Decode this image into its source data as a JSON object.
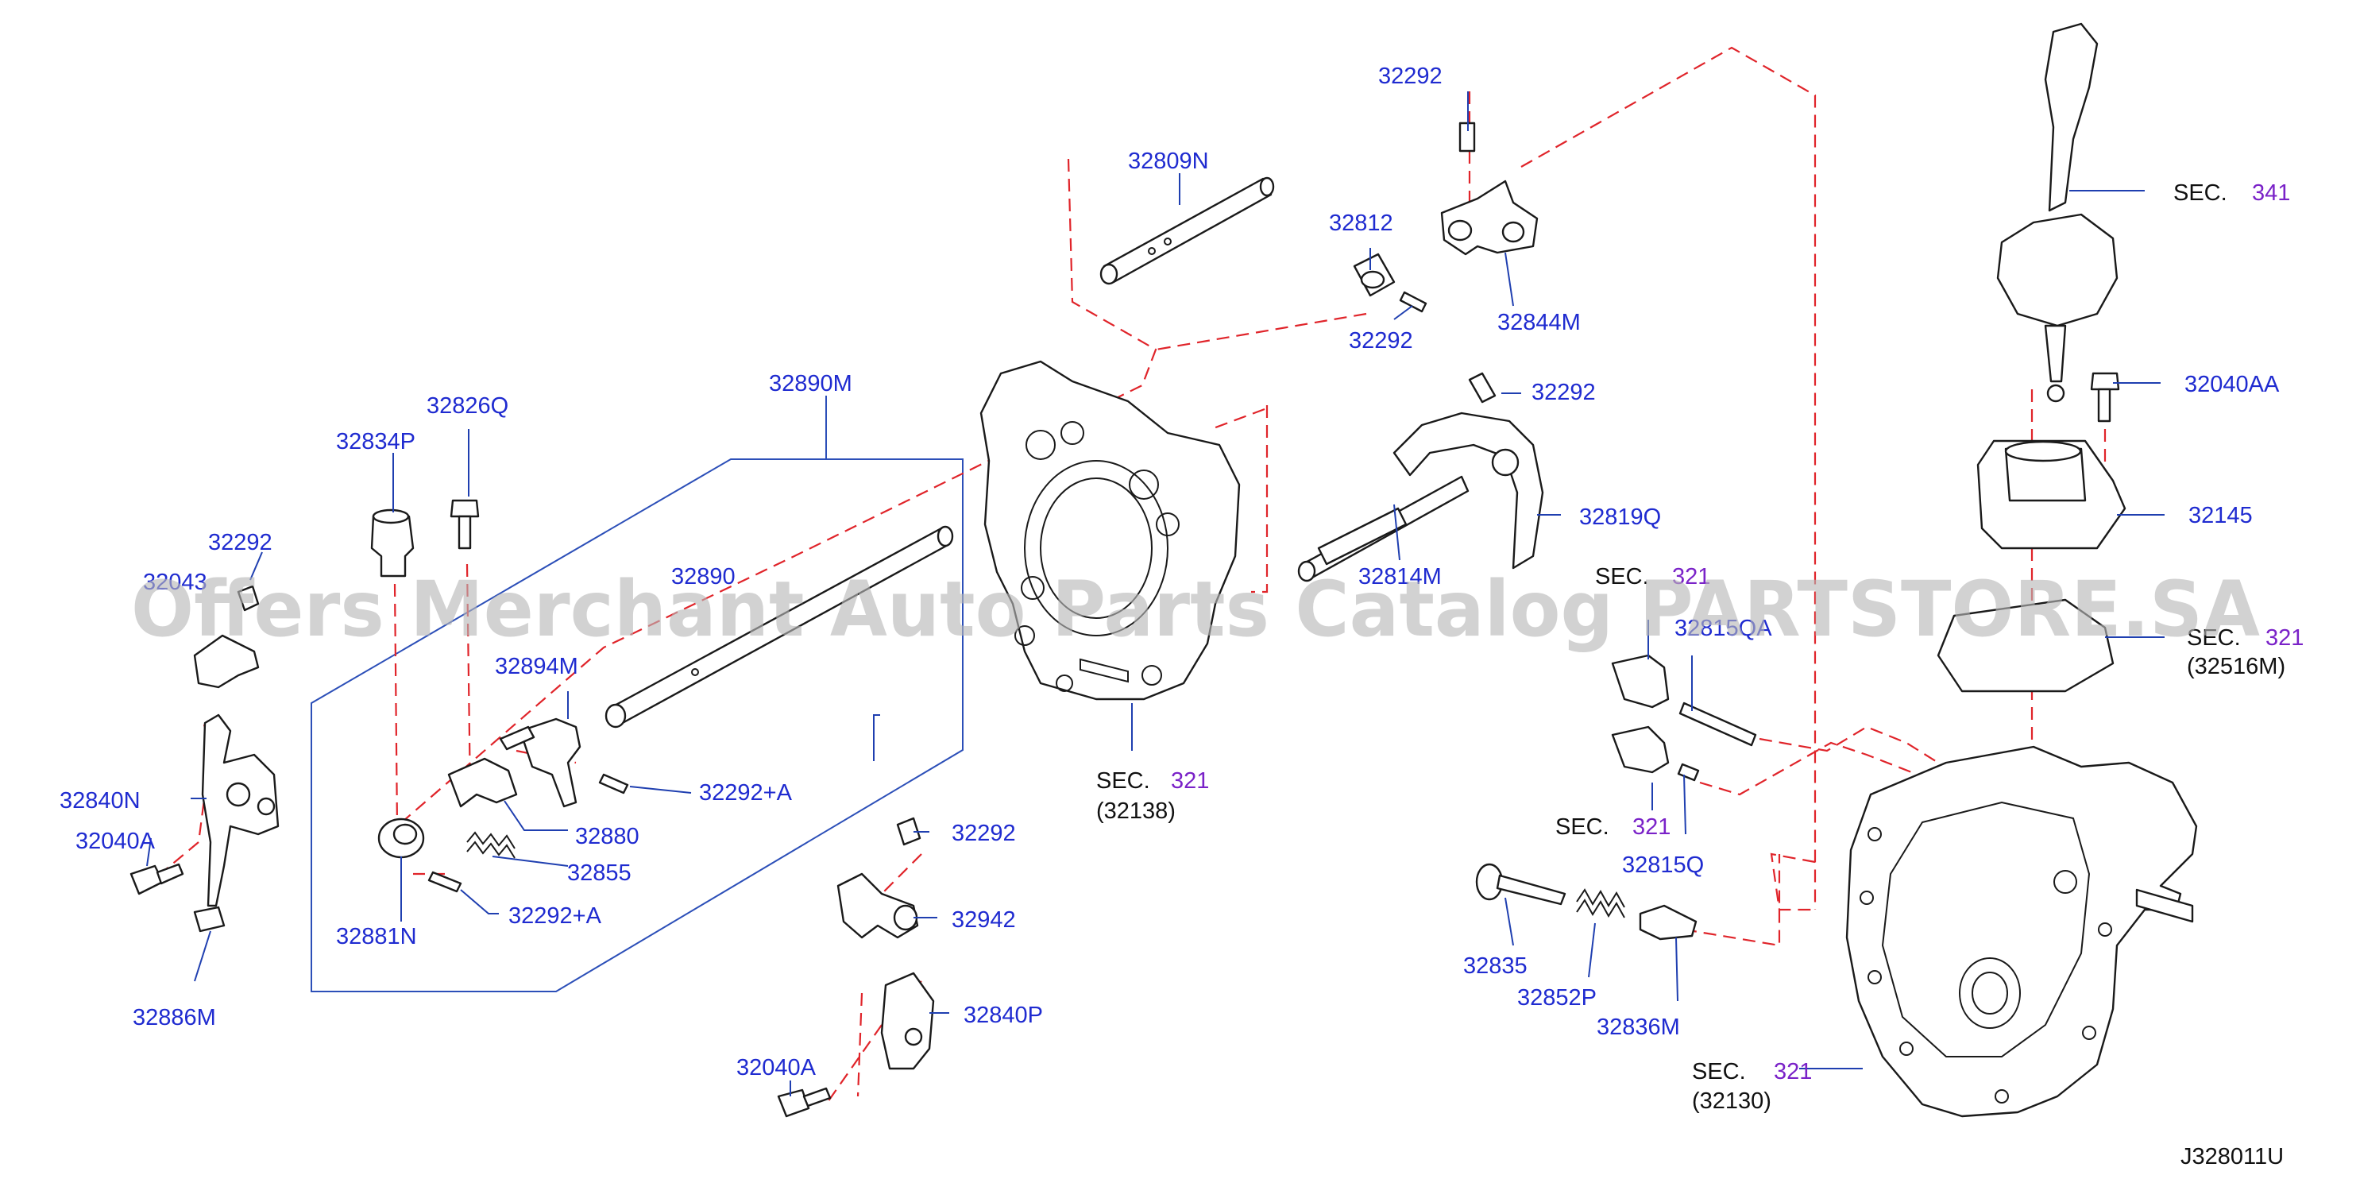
{
  "diagram": {
    "watermark": "Offers Merchant Auto Parts Catalog PARTSTORE.SA",
    "reference_code": "J328011U",
    "colors": {
      "part_number": "#1f2bd0",
      "section_number": "#7a22c8",
      "leader_line": "#1f3fb0",
      "dashed_assembly_line": "#e0242a",
      "outline": "#1a1a1a"
    },
    "part_labels": [
      "32292",
      "32809N",
      "32812",
      "32292",
      "32844M",
      "32292",
      "32890M",
      "32826Q",
      "32834P",
      "32292",
      "32043",
      "32890",
      "32894M",
      "32292+A",
      "32880",
      "32855",
      "32292+A",
      "32881N",
      "32840N",
      "32040A",
      "32886M",
      "32819Q",
      "32814M",
      "32815QA",
      "32815Q",
      "32292",
      "32942",
      "32840P",
      "32040A",
      "32835",
      "32852P",
      "32836M",
      "32040AA",
      "32145"
    ],
    "section_refs": [
      {
        "prefix": "SEC.",
        "number": "341",
        "sub": ""
      },
      {
        "prefix": "SEC.",
        "number": "321",
        "sub": ""
      },
      {
        "prefix": "SEC.",
        "number": "321",
        "sub": "(32516M)"
      },
      {
        "prefix": "SEC.",
        "number": "321",
        "sub": "(32138)"
      },
      {
        "prefix": "SEC.",
        "number": "321",
        "sub": ""
      },
      {
        "prefix": "SEC.",
        "number": "321",
        "sub": "(32130)"
      }
    ]
  }
}
